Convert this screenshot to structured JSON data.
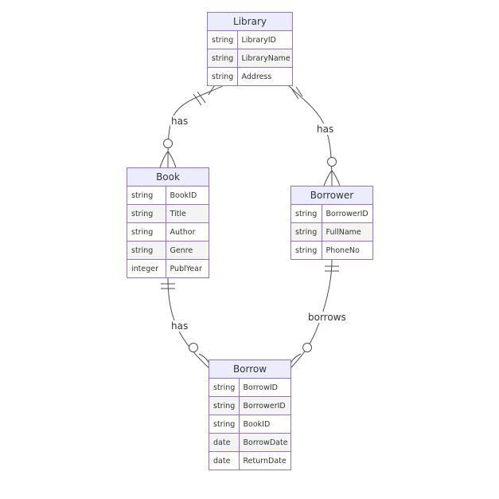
{
  "diagram": {
    "entities": {
      "library": {
        "name": "Library",
        "attributes": [
          {
            "type": "string",
            "name": "LibraryID"
          },
          {
            "type": "string",
            "name": "LibraryName"
          },
          {
            "type": "string",
            "name": "Address"
          }
        ]
      },
      "book": {
        "name": "Book",
        "attributes": [
          {
            "type": "string",
            "name": "BookID"
          },
          {
            "type": "string",
            "name": "Title"
          },
          {
            "type": "string",
            "name": "Author"
          },
          {
            "type": "string",
            "name": "Genre"
          },
          {
            "type": "integer",
            "name": "PublYear"
          }
        ]
      },
      "borrower": {
        "name": "Borrower",
        "attributes": [
          {
            "type": "string",
            "name": "BorrowerID"
          },
          {
            "type": "string",
            "name": "FullName"
          },
          {
            "type": "string",
            "name": "PhoneNo"
          }
        ]
      },
      "borrow": {
        "name": "Borrow",
        "attributes": [
          {
            "type": "string",
            "name": "BorrowID"
          },
          {
            "type": "string",
            "name": "BorrowerID"
          },
          {
            "type": "string",
            "name": "BookID"
          },
          {
            "type": "date",
            "name": "BorrowDate"
          },
          {
            "type": "date",
            "name": "ReturnDate"
          }
        ]
      }
    },
    "relationships": {
      "library_book": {
        "label": "has",
        "from": "Library",
        "to": "Book",
        "from_cardinality": "exactly-one",
        "to_cardinality": "zero-or-more"
      },
      "library_borrower": {
        "label": "has",
        "from": "Library",
        "to": "Borrower",
        "from_cardinality": "exactly-one",
        "to_cardinality": "zero-or-more"
      },
      "book_borrow": {
        "label": "has",
        "from": "Book",
        "to": "Borrow",
        "from_cardinality": "exactly-one",
        "to_cardinality": "zero-or-more"
      },
      "borrower_borrow": {
        "label": "borrows",
        "from": "Borrower",
        "to": "Borrow",
        "from_cardinality": "exactly-one",
        "to_cardinality": "zero-or-more"
      }
    },
    "colors": {
      "entity_border": "#9370db",
      "entity_header_fill": "#ececff",
      "row_alt_fill": "#f4f4f4",
      "edge_stroke": "#4d4d4d",
      "text": "#333333"
    }
  }
}
